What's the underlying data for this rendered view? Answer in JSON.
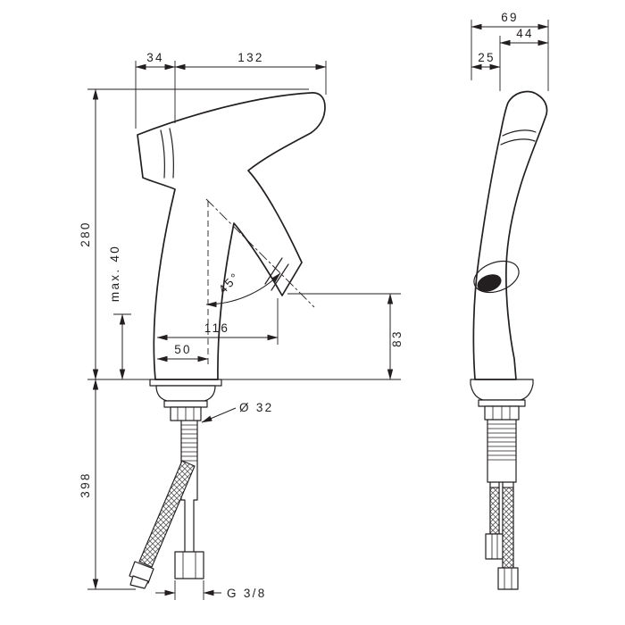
{
  "drawing": {
    "type": "technical-dimension-drawing",
    "subject": "basin-mixer-faucet",
    "colors": {
      "line": "#231f20",
      "background": "#ffffff"
    },
    "views": {
      "front": {
        "dims": {
          "spout_width": "34",
          "top_width": "132",
          "height_above_deck": "280",
          "max_mount_thickness": "max. 40",
          "spout_angle": "45°",
          "spout_reach": "116",
          "base_offset": "50",
          "shank_diameter": "Ø 32",
          "below_deck_length": "398",
          "outlet_height": "83",
          "thread_size": "G 3/8"
        }
      },
      "side": {
        "dims": {
          "total_depth": "69",
          "top_depth": "44",
          "back_offset": "25"
        }
      }
    }
  }
}
